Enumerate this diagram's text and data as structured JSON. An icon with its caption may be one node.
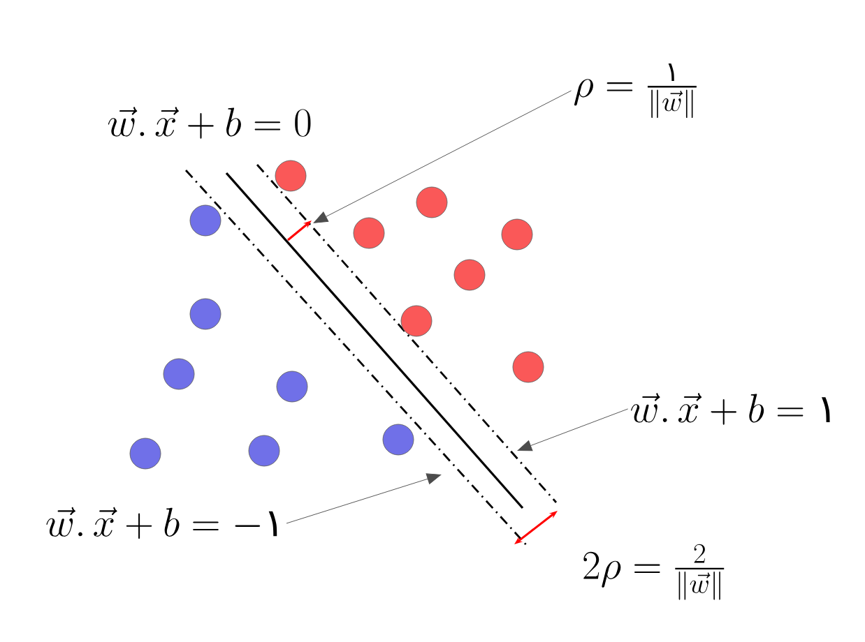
{
  "diagram": {
    "nodes": [
      {
        "text": [
          "\\rho=\\frac{\\text{١}}{\\|\\vec{w}\\|}"
        ]
      },
      {
        "text": [
          "\\vec{w}.\\,\\vec{x}+b=\\text{١}"
        ]
      },
      {
        "text": [
          "\\vec{w}.\\,\\vec{x}+b=-\\text{١}"
        ]
      }
    ],
    "edges": [
      {
        "from": 0,
        "to": null,
        "arrow": "to"
      },
      {
        "from": 1,
        "to": null,
        "arrow": "to"
      },
      {
        "from": 2,
        "to": null,
        "arrow": "to"
      }
    ],
    "labels": [
      "\\vec{w}.\\,\\vec{x}+b=0",
      "2\\rho=\\frac{2}{\\|\\vec{w}\\|}"
    ]
  }
}
